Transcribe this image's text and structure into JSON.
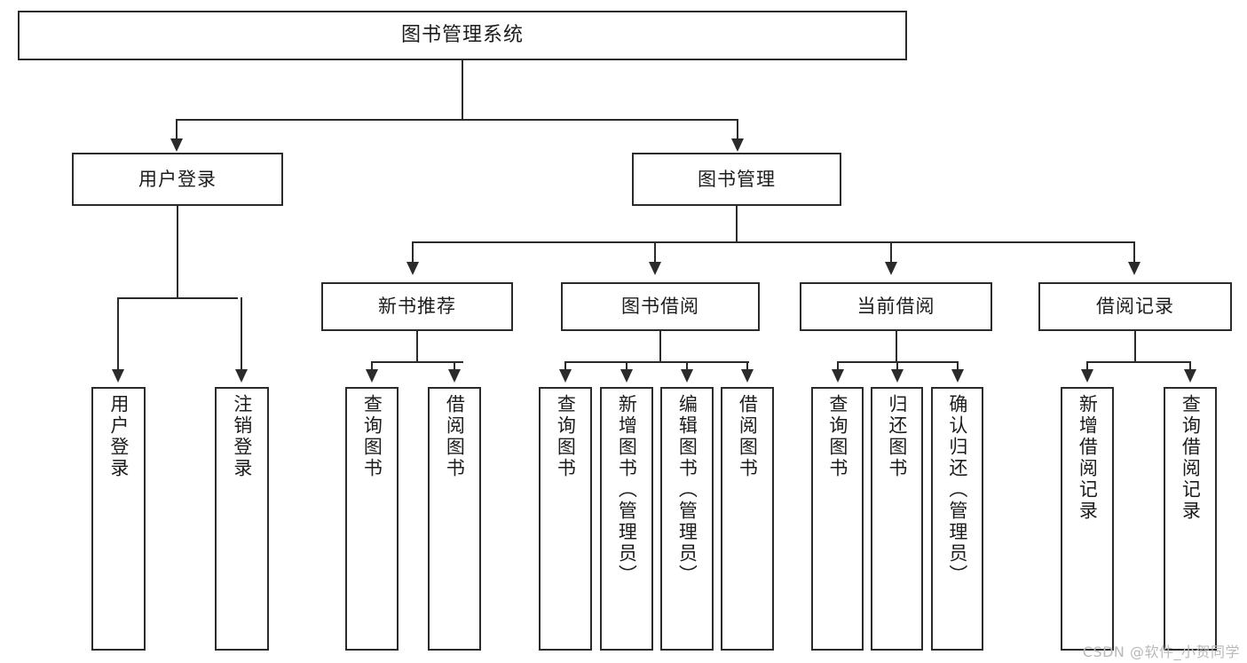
{
  "diagram": {
    "title": "图书管理系统",
    "type": "hierarchy-tree",
    "root": {
      "label": "图书管理系统"
    },
    "level1": [
      {
        "label": "用户登录"
      },
      {
        "label": "图书管理"
      }
    ],
    "level2": [
      {
        "label": "新书推荐"
      },
      {
        "label": "图书借阅"
      },
      {
        "label": "当前借阅"
      },
      {
        "label": "借阅记录"
      }
    ],
    "leaves": {
      "user_login": [
        {
          "label": "用户登录"
        },
        {
          "label": "注销登录"
        }
      ],
      "new_book_recommend": [
        {
          "label": "查询图书"
        },
        {
          "label": "借阅图书"
        }
      ],
      "book_borrow": [
        {
          "label": "查询图书"
        },
        {
          "label": "新增图书（管理员）"
        },
        {
          "label": "编辑图书（管理员）"
        },
        {
          "label": "借阅图书"
        }
      ],
      "current_borrow": [
        {
          "label": "查询图书"
        },
        {
          "label": "归还图书"
        },
        {
          "label": "确认归还（管理员）"
        }
      ],
      "borrow_record": [
        {
          "label": "新增借阅记录"
        },
        {
          "label": "查询借阅记录"
        }
      ]
    }
  },
  "watermark": {
    "text": "CSDN @软件_小贺同学"
  },
  "colors": {
    "stroke": "#2b2b2b",
    "fill": "#ffffff",
    "text": "#1c1c1c",
    "watermark": "#b9b9b9"
  }
}
